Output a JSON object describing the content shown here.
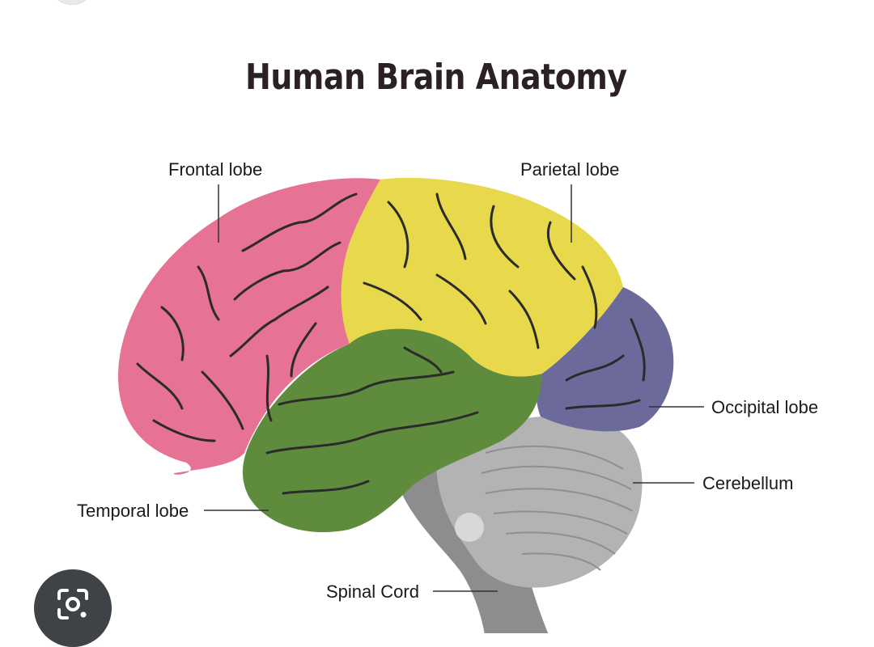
{
  "title": "Human Brain Anatomy",
  "labels": {
    "frontal": "Frontal lobe",
    "parietal": "Parietal lobe",
    "occipital": "Occipital lobe",
    "cerebellum": "Cerebellum",
    "temporal": "Temporal lobe",
    "spinal": "Spinal Cord"
  },
  "colors": {
    "frontal": "#e67393",
    "parietal": "#e8d84c",
    "occipital": "#6b6a9b",
    "temporal": "#5f8c3c",
    "cerebellum": "#b3b3b3",
    "brainstem": "#8d8d8d",
    "sulci": "#2b2b2b"
  },
  "icons": {
    "lens": "google-lens-icon"
  }
}
